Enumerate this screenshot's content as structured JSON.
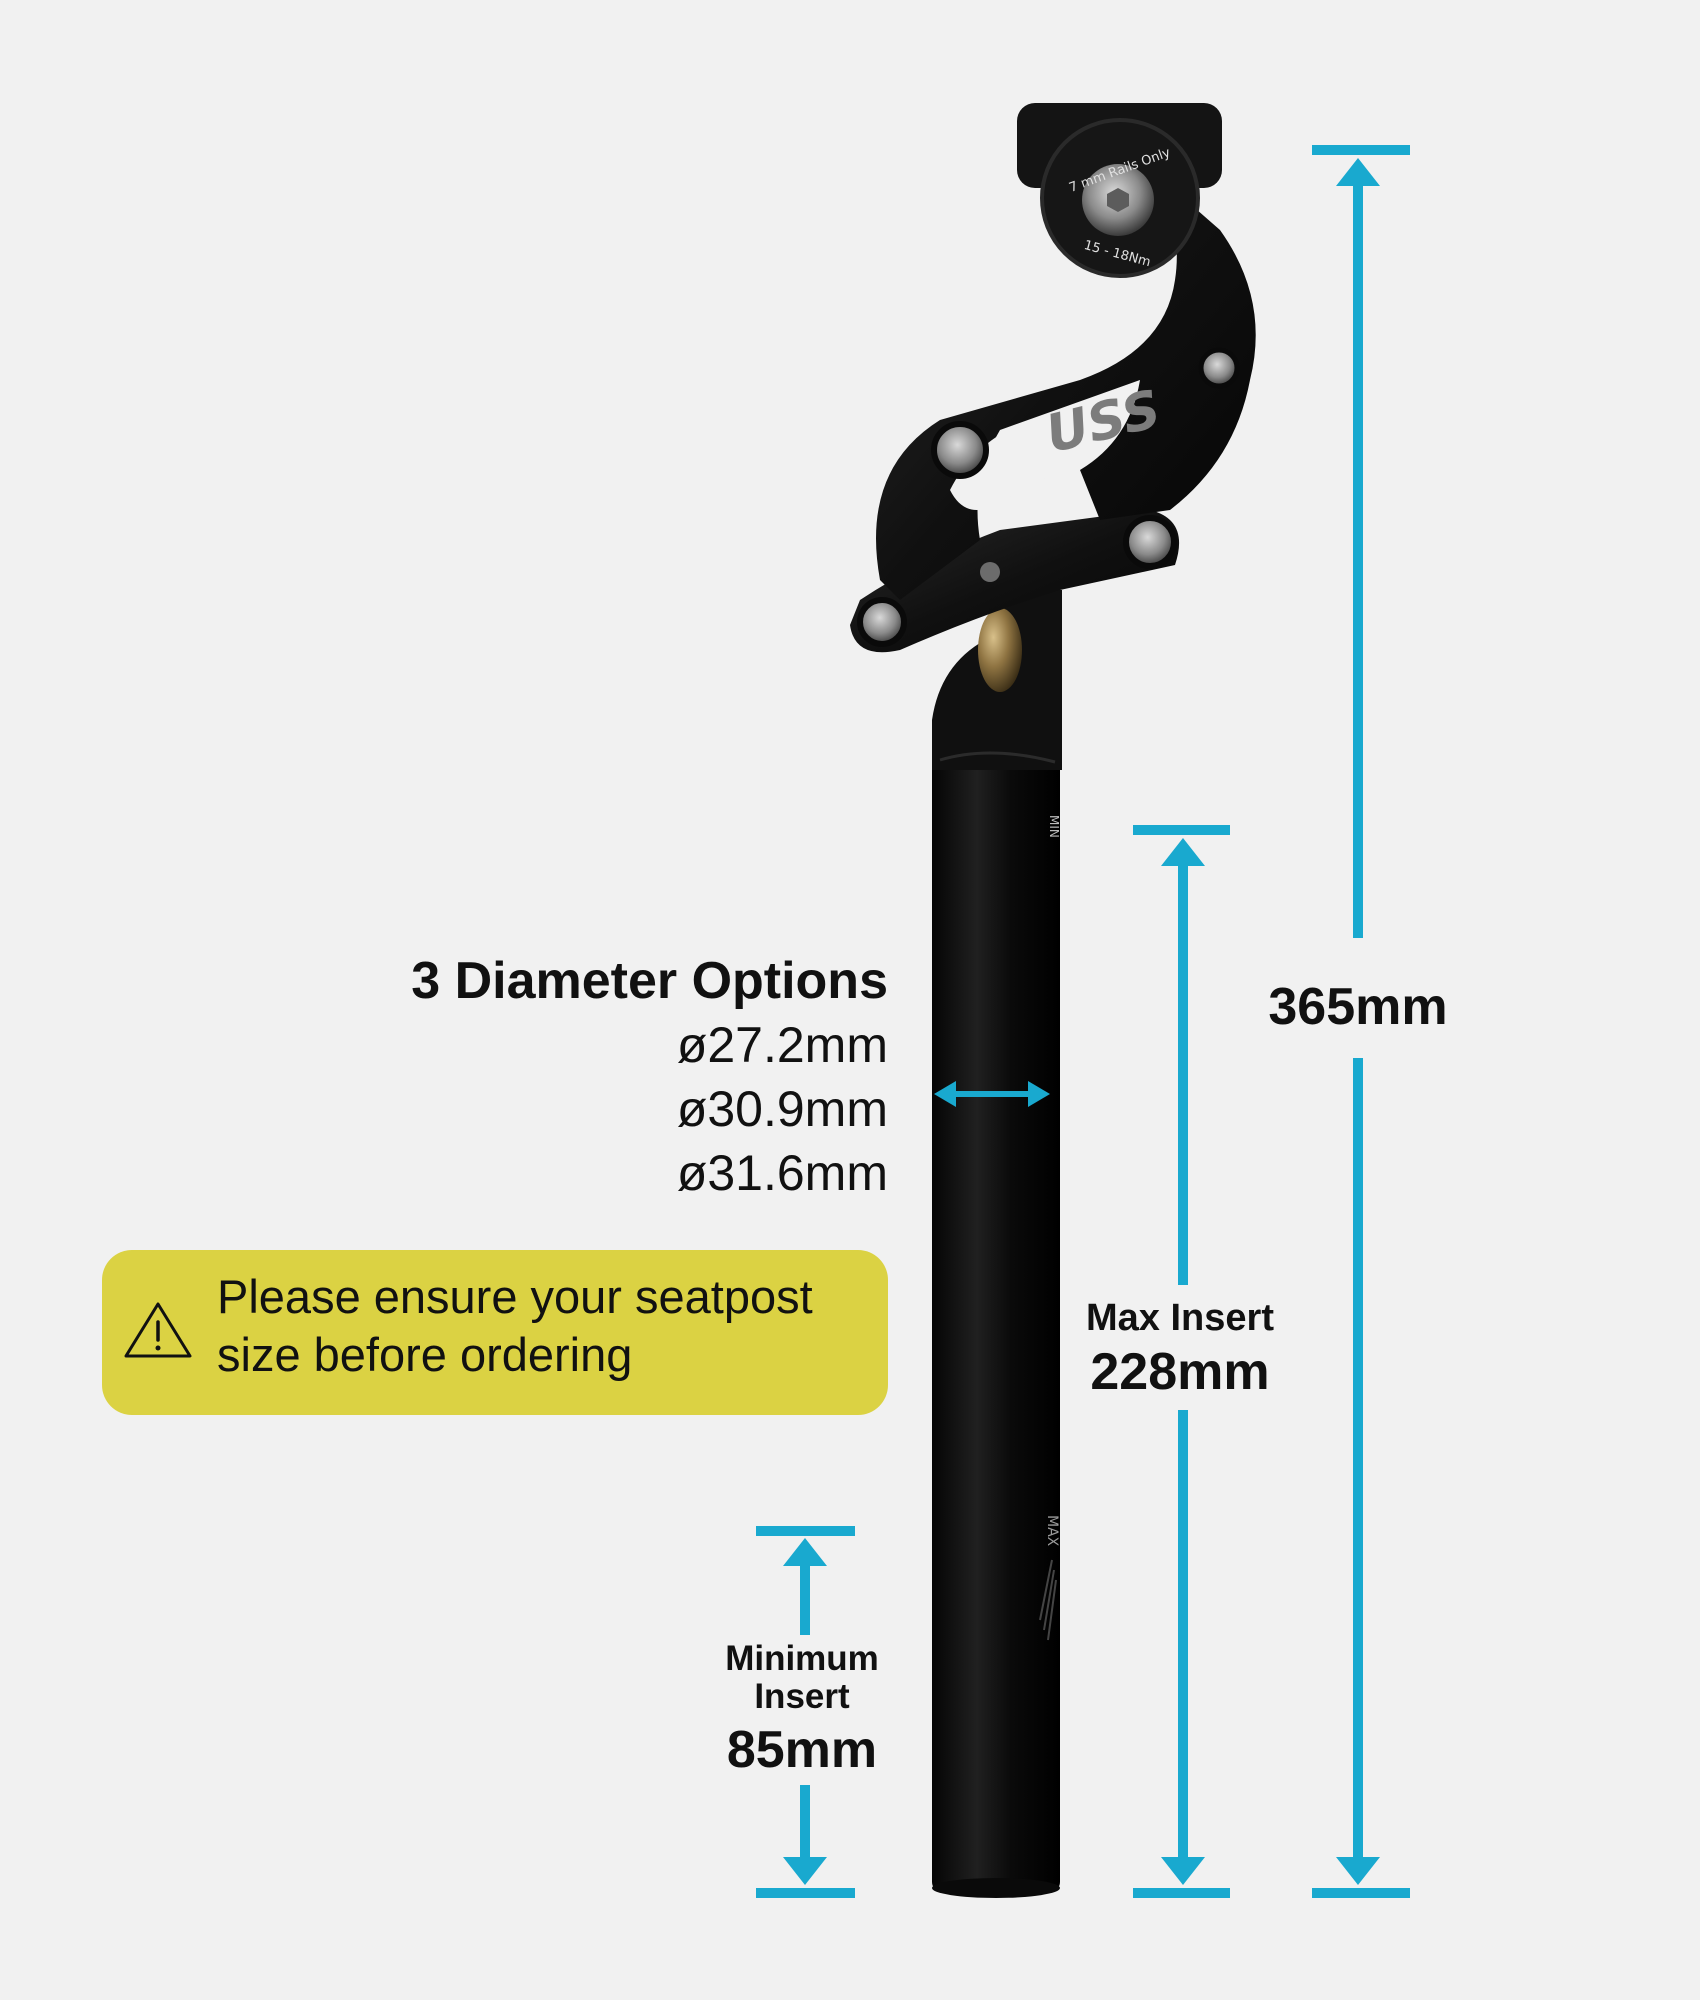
{
  "diameter": {
    "title": "3 Diameter Options",
    "options": [
      "ø27.2mm",
      "ø30.9mm",
      "ø31.6mm"
    ]
  },
  "notice": {
    "line1": "Please ensure your seatpost",
    "line2": "size before ordering",
    "icon": "warning-icon"
  },
  "dimensions": {
    "total": "365mm",
    "max_insert_label": "Max Insert",
    "max_insert_value": "228mm",
    "min_insert_label_line1": "Minimum",
    "min_insert_label_line2": "Insert",
    "min_insert_value": "85mm"
  },
  "product": {
    "logo_text": "USS",
    "clamp_text_top": "7 mm Rails Only",
    "clamp_text_bottom": "15 - 18Nm"
  },
  "colors": {
    "background": "#f1f1f1",
    "accent": "#19a9cf",
    "notice": "#dbd243",
    "post": "#111111"
  }
}
